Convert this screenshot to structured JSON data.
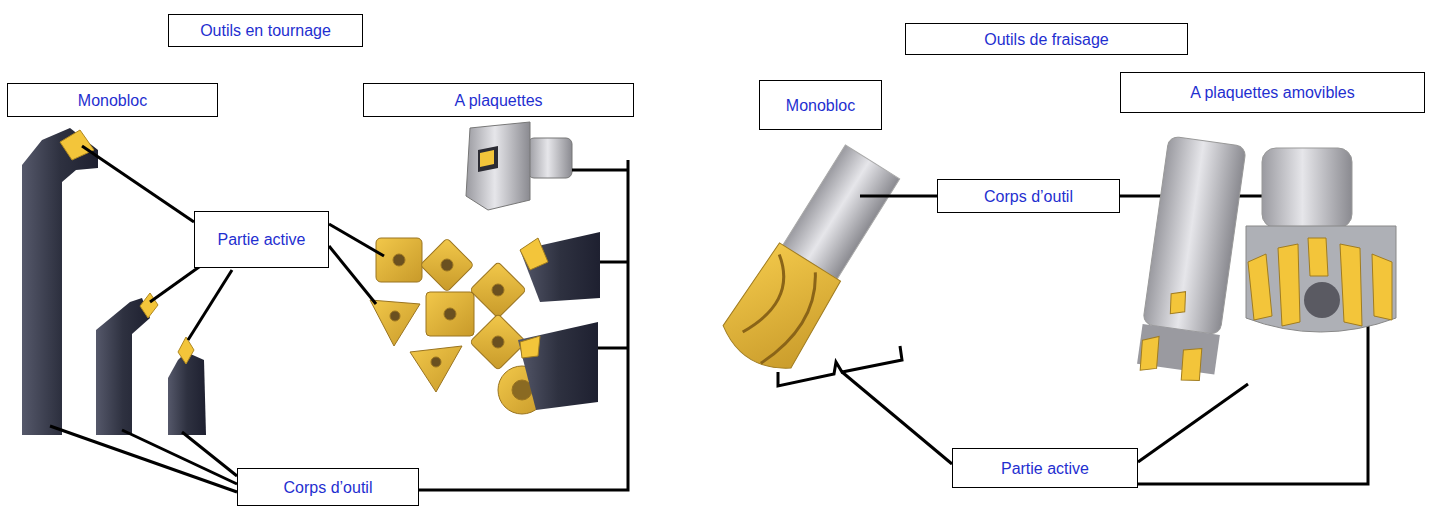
{
  "diagram": {
    "nodes": [
      {
        "text": [
          "Outils en tournage"
        ]
      },
      {
        "text": [
          "Monobloc"
        ]
      },
      {
        "text": [
          "A plaquettes"
        ]
      },
      {
        "text": [
          "Partie active"
        ]
      },
      {
        "text": [
          "Corps d’outil"
        ]
      },
      {
        "text": [
          "Outils de fraisage"
        ]
      },
      {
        "text": [
          "Monobloc"
        ]
      },
      {
        "text": [
          "A plaquettes amovibles"
        ]
      },
      {
        "text": [
          "Corps d’outil"
        ]
      },
      {
        "text": [
          "Partie active"
        ]
      }
    ]
  }
}
